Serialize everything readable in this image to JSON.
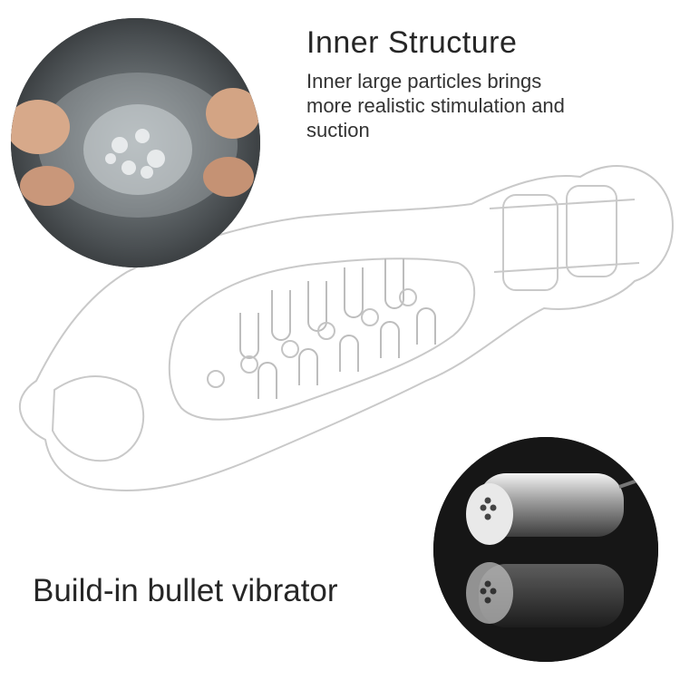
{
  "inner_structure": {
    "title": "Inner Structure",
    "description_lines": [
      "Inner large particles brings",
      "more realistic stimulation and",
      "suction"
    ]
  },
  "vibrator": {
    "caption": "Build-in bullet vibrator"
  },
  "colors": {
    "background": "#ffffff",
    "text": "#262626"
  }
}
